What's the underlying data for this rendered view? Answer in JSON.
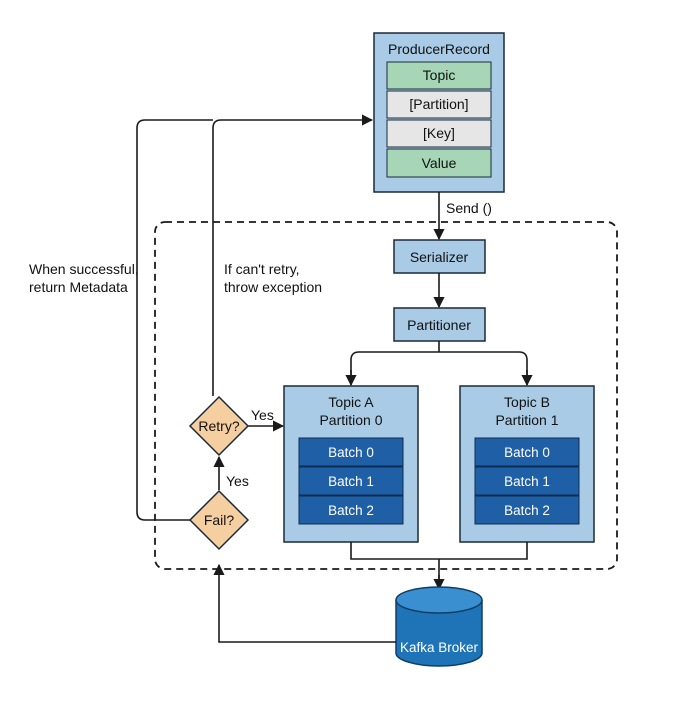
{
  "colors": {
    "box_fill": "#a9cbe6",
    "box_stroke": "#1b2a3a",
    "green_field": "#a6d6b6",
    "gray_field": "#e6e6e6",
    "batch_fill": "#1f5fa6",
    "diamond_fill": "#f6cfa1",
    "broker_fill": "#1f73b7",
    "line": "#1a1a1a"
  },
  "producer_record": {
    "title": "ProducerRecord",
    "fields": [
      "Topic",
      "[Partition]",
      "[Key]",
      "Value"
    ]
  },
  "send_label": "Send ()",
  "serializer": "Serializer",
  "partitioner": "Partitioner",
  "topic_a": {
    "title_line1": "Topic A",
    "title_line2": "Partition 0",
    "batches": [
      "Batch 0",
      "Batch 1",
      "Batch 2"
    ]
  },
  "topic_b": {
    "title_line1": "Topic B",
    "title_line2": "Partition 1",
    "batches": [
      "Batch 0",
      "Batch 1",
      "Batch 2"
    ]
  },
  "retry_label": "Retry?",
  "fail_label": "Fail?",
  "yes_retry": "Yes",
  "yes_fail": "Yes",
  "success_note": {
    "line1": "When successful,",
    "line2": "return Metadata"
  },
  "retry_note": {
    "line1": "If can't retry,",
    "line2": "throw exception"
  },
  "broker": "Kafka Broker"
}
